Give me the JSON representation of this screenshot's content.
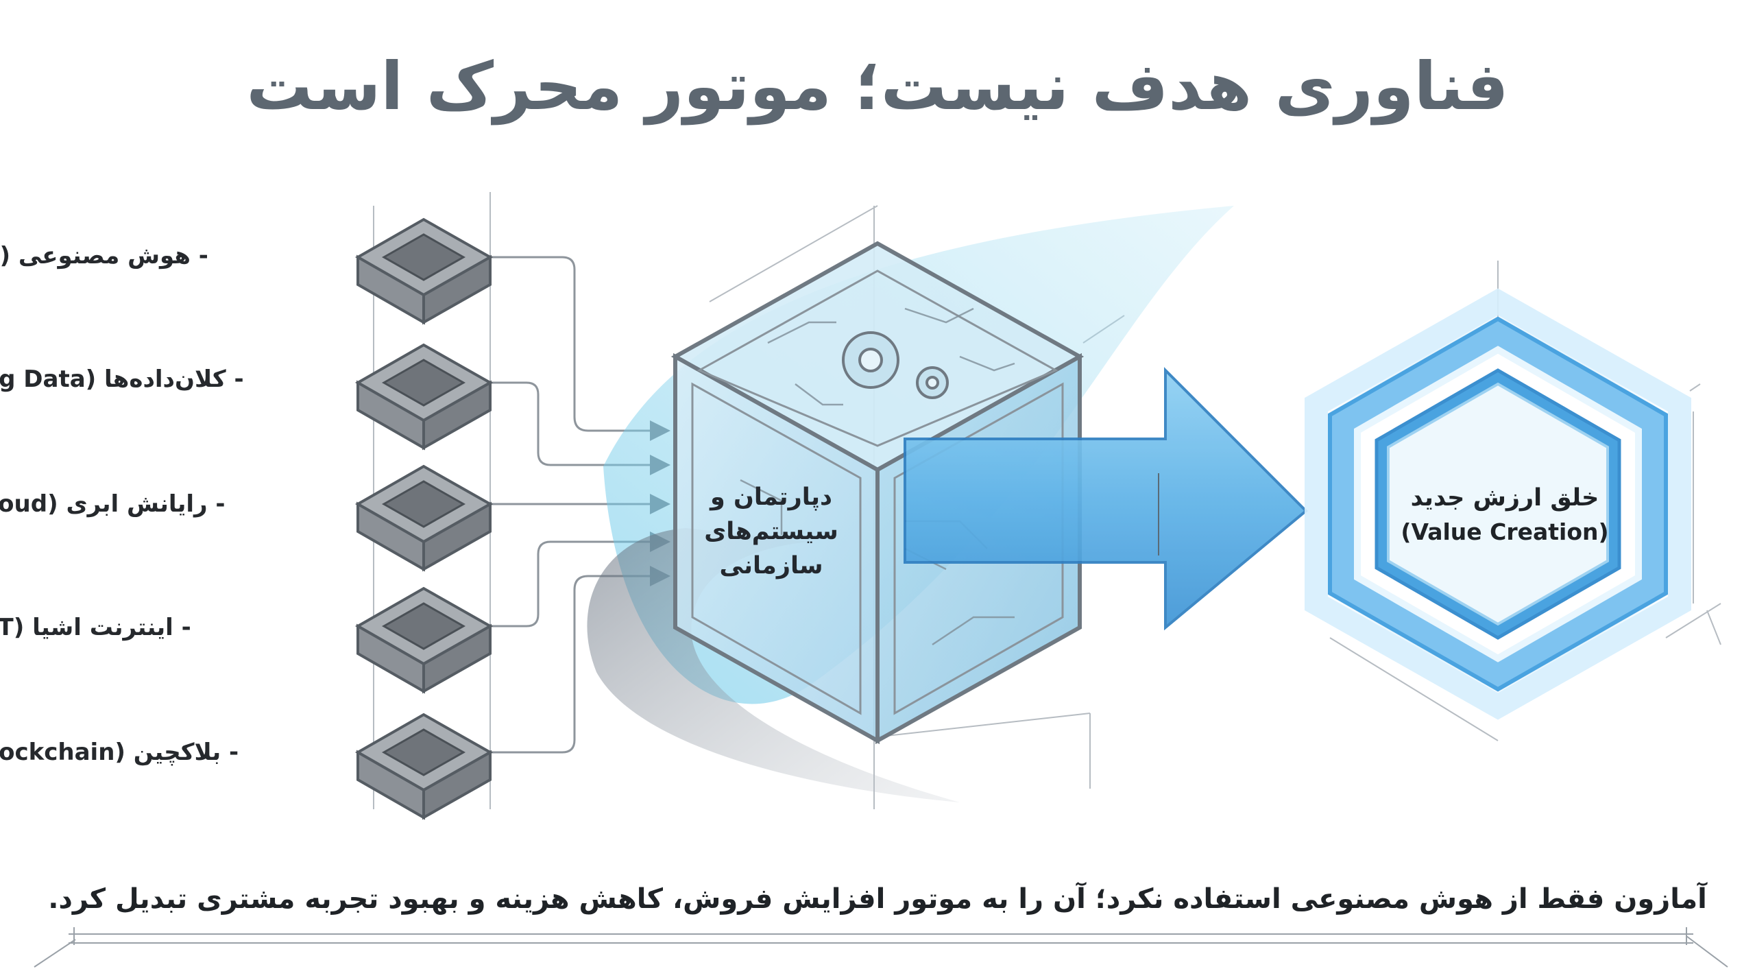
{
  "title": "فناوری هدف نیست؛ موتور محرک است",
  "technologies": [
    {
      "label": "- هوش مصنوعی (AI)"
    },
    {
      "label": "- کلان‌داده‌ها (Big Data)"
    },
    {
      "label": "- رایانش ابری (Cloud)"
    },
    {
      "label": "- اینترنت اشیا (IoT)"
    },
    {
      "label": "- بلاکچین (Blockchain)"
    }
  ],
  "center": {
    "line1": "دپارتمان و",
    "line2": "سیستم‌های",
    "line3": "سازمانی"
  },
  "result": {
    "label_fa": "خلق ارزش جدید",
    "label_en": "(Value Creation)"
  },
  "caption": "آمازون فقط از هوش مصنوعی استفاده نکرد؛ آن را به موتور افزایش فروش، کاهش هزینه و بهبود تجربه مشتری تبدیل کرد.",
  "colors": {
    "title": "#5d6771",
    "accent_blue": "#4aa3e0",
    "sketch_gray": "#8e959c",
    "text_dark": "#1f2327"
  }
}
